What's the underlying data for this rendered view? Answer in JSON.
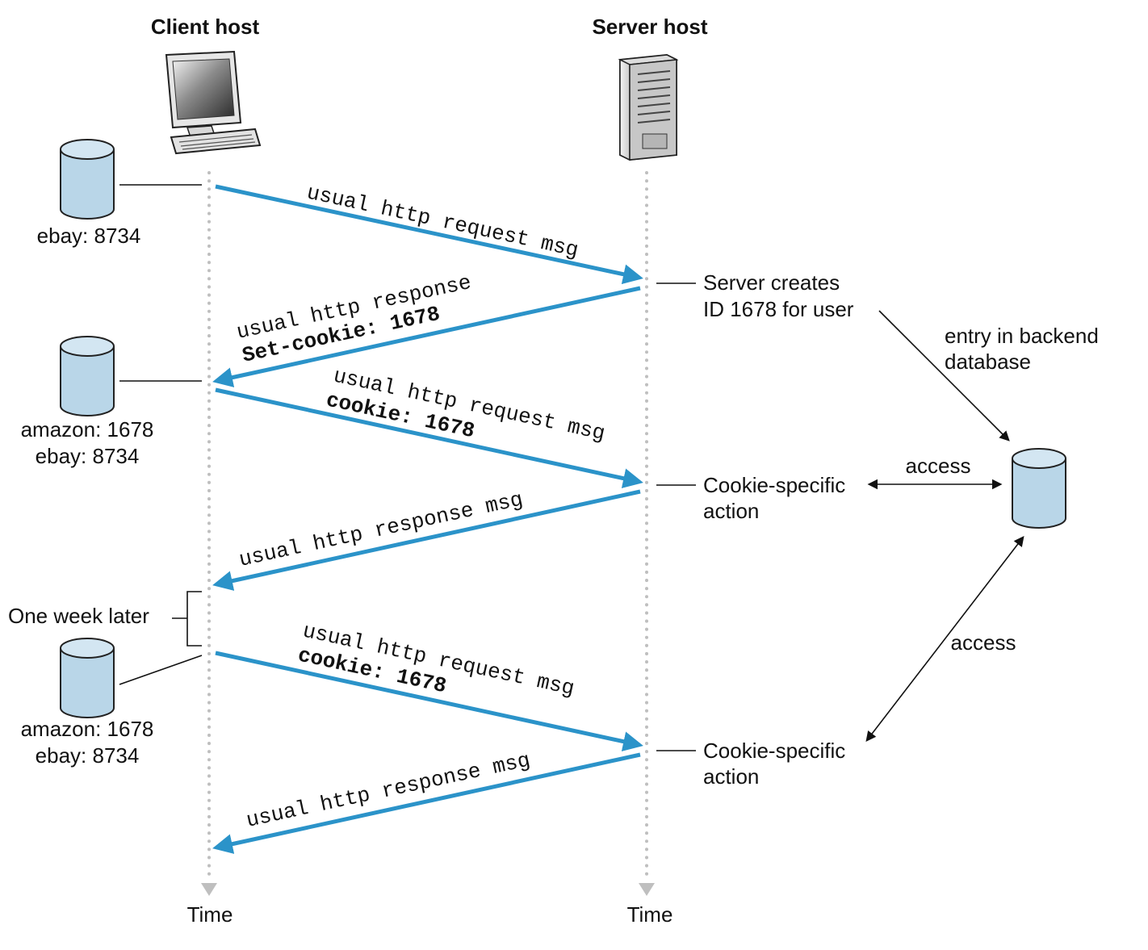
{
  "hosts": {
    "client": "Client host",
    "server": "Server host"
  },
  "time_labels": {
    "client": "Time",
    "server": "Time"
  },
  "client_store": {
    "first": [
      "ebay: 8734"
    ],
    "second": [
      "amazon: 1678",
      "ebay: 8734"
    ],
    "third": [
      "amazon: 1678",
      "ebay: 8734"
    ]
  },
  "messages": {
    "m1": [
      "usual http request msg"
    ],
    "m2_line1": "usual http response",
    "m2_line2": "Set-cookie: 1678",
    "m3_line1": "usual http request msg",
    "m3_line2": "cookie: 1678",
    "m4": "usual http response msg",
    "m5_line1": "usual http request msg",
    "m5_line2": "cookie: 1678",
    "m6": "usual http response msg"
  },
  "server_notes": {
    "creates_line1": "Server creates",
    "creates_line2": "ID 1678 for user",
    "action1_line1": "Cookie-specific",
    "action1_line2": "action",
    "action2_line1": "Cookie-specific",
    "action2_line2": "action"
  },
  "backend": {
    "entry_line1": "entry in backend",
    "entry_line2": "database",
    "access1": "access",
    "access2": "access"
  },
  "one_week_later": "One week later",
  "colors": {
    "message_arrow": "#2b93c9",
    "database_fill": "#b9d6e8",
    "lifeline": "#bfbfbf"
  }
}
